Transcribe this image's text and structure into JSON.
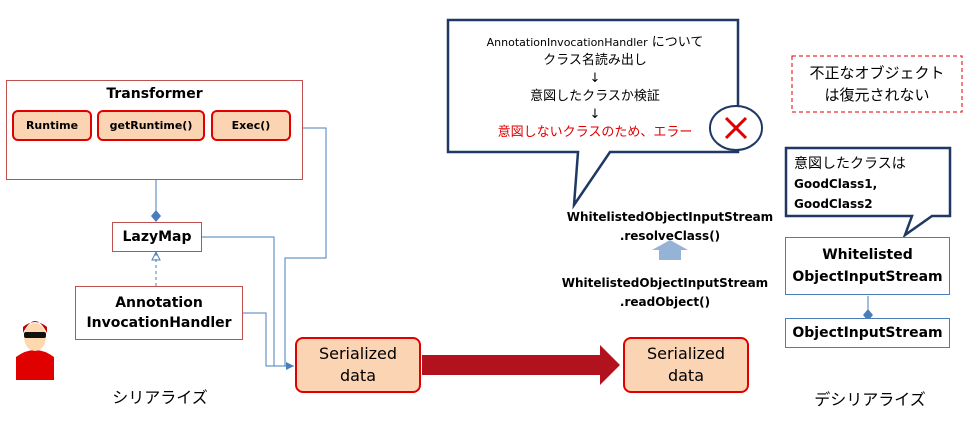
{
  "serialize_side": {
    "transformer_title": "Transformer",
    "buttons": [
      "Runtime",
      "getRuntime()",
      "Exec()"
    ],
    "lazymap": "LazyMap",
    "aih_line1": "Annotation",
    "aih_line2": "InvocationHandler",
    "caption": "シリアライズ"
  },
  "serialized_left": {
    "line1": "Serialized",
    "line2": "data"
  },
  "serialized_right": {
    "line1": "Serialized",
    "line2": "data"
  },
  "callout_check": {
    "line1_name": "AnnotationInvocationHandler",
    "line1_tail": "について",
    "line2": "クラス名読み出し",
    "arrow1": "↓",
    "line3": "意図したクラスか検証",
    "arrow2": "↓",
    "line4": "意図しないクラスのため、エラー"
  },
  "resolve": {
    "line1": "WhitelistedObjectInputStream",
    "line2": ".resolveClass()"
  },
  "readobj": {
    "line1": "WhitelistedObjectInputStream",
    "line2": ".readObject()"
  },
  "note_box": {
    "line1": "不正なオブジェクト",
    "line2": "は復元されない"
  },
  "callout_classes": {
    "line1": "意図したクラスは",
    "line2": "GoodClass1,",
    "line3": "GoodClass2"
  },
  "wois": {
    "line1": "Whitelisted",
    "line2": "ObjectInputStream"
  },
  "ois": "ObjectInputStream",
  "deserialize_caption": "デシリアライズ",
  "colors": {
    "red": "#e00000",
    "blue": "#4a7ebb",
    "dark_red_arrow": "#b2121e",
    "navy_callout": "#1f3864",
    "peach": "#fbd4b4"
  }
}
